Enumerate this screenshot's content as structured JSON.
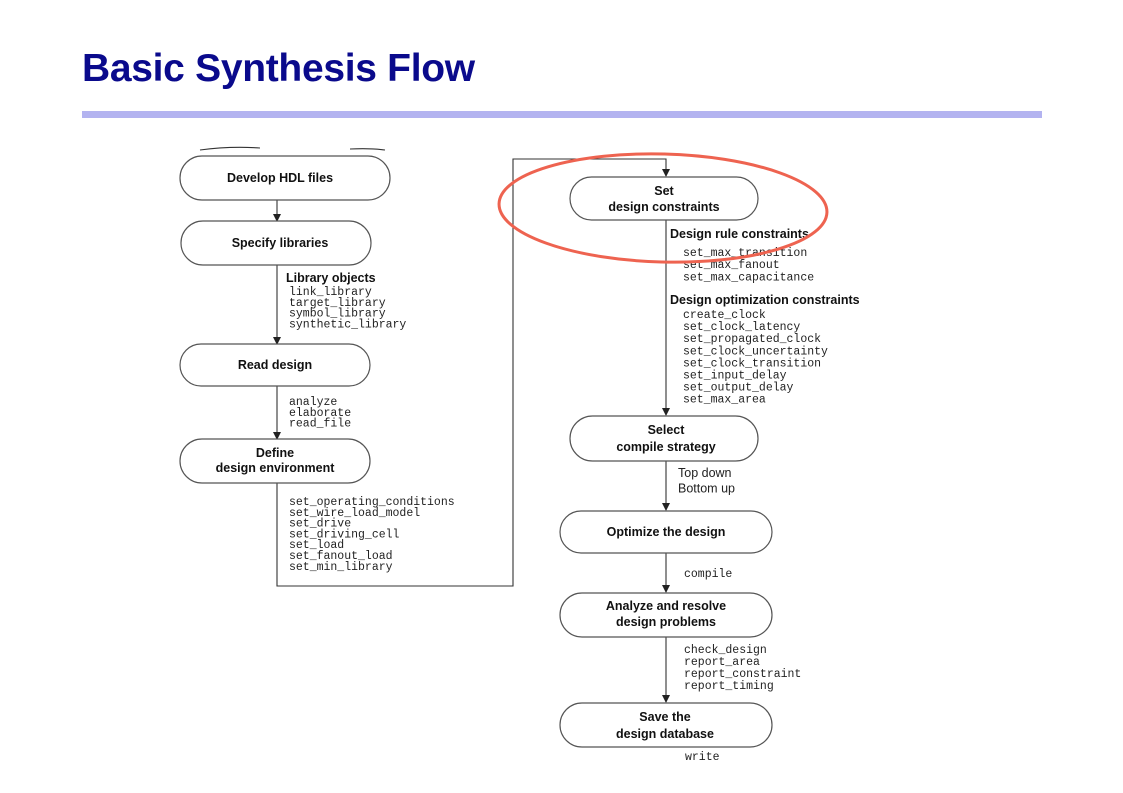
{
  "title": "Basic Synthesis Flow",
  "highlight_color": "#ee6350",
  "left_column": {
    "develop_hdl": {
      "label": "Develop HDL files"
    },
    "specify_libraries": {
      "label": "Specify libraries"
    },
    "library_objects": {
      "heading": "Library objects",
      "commands": [
        "link_library",
        "target_library",
        "symbol_library",
        "synthetic_library"
      ]
    },
    "read_design": {
      "label": "Read design"
    },
    "read_commands": [
      "analyze",
      "elaborate",
      "read_file"
    ],
    "define_env": {
      "line1": "Define",
      "line2": "design environment"
    },
    "env_commands": [
      "set_operating_conditions",
      "set_wire_load_model",
      "set_drive",
      "set_driving_cell",
      "set_load",
      "set_fanout_load",
      "set_min_library"
    ]
  },
  "right_column": {
    "set_constraints": {
      "line1": "Set",
      "line2": "design constraints"
    },
    "design_rule": {
      "heading": "Design rule constraints",
      "commands": [
        "set_max_transition",
        "set_max_fanout",
        "set_max_capacitance"
      ]
    },
    "design_optimization": {
      "heading": "Design optimization constraints",
      "commands": [
        "create_clock",
        "set_clock_latency",
        "set_propagated_clock",
        "set_clock_uncertainty",
        "set_clock_transition",
        "set_input_delay",
        "set_output_delay",
        "set_max_area"
      ]
    },
    "select_strategy": {
      "line1": "Select",
      "line2": "compile strategy"
    },
    "strategy_options": [
      "Top down",
      "Bottom up"
    ],
    "optimize": {
      "label": "Optimize the design"
    },
    "optimize_command": "compile",
    "analyze": {
      "line1": "Analyze and resolve",
      "line2": "design problems"
    },
    "analyze_commands": [
      "check_design",
      "report_area",
      "report_constraint",
      "report_timing"
    ],
    "save": {
      "line1": "Save the",
      "line2": "design database"
    },
    "save_command": "write"
  }
}
